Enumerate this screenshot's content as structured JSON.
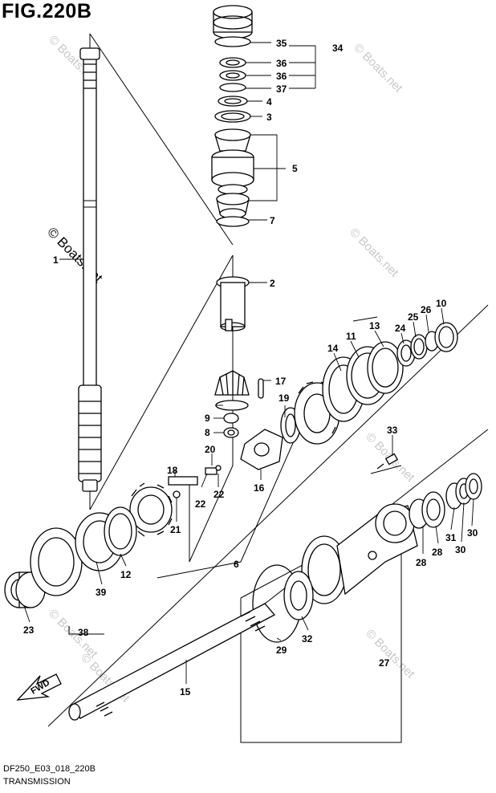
{
  "figure_title": "FIG.220B",
  "footer": {
    "code": "DF250_E03_018_220B",
    "section": "TRANSMISSION"
  },
  "watermark": {
    "main": "© Boats.net",
    "faint": "© Boats.net"
  },
  "direction_label": "FWD",
  "callouts": [
    {
      "id": "c1",
      "text": "1"
    },
    {
      "id": "c2",
      "text": "2"
    },
    {
      "id": "c3",
      "text": "3"
    },
    {
      "id": "c4",
      "text": "4"
    },
    {
      "id": "c5",
      "text": "5"
    },
    {
      "id": "c6",
      "text": "6"
    },
    {
      "id": "c7",
      "text": "7"
    },
    {
      "id": "c8",
      "text": "8"
    },
    {
      "id": "c9",
      "text": "9"
    },
    {
      "id": "c10",
      "text": "10"
    },
    {
      "id": "c11",
      "text": "11"
    },
    {
      "id": "c12",
      "text": "12"
    },
    {
      "id": "c13",
      "text": "13"
    },
    {
      "id": "c14",
      "text": "14"
    },
    {
      "id": "c15",
      "text": "15"
    },
    {
      "id": "c16",
      "text": "16"
    },
    {
      "id": "c17",
      "text": "17"
    },
    {
      "id": "c18",
      "text": "18"
    },
    {
      "id": "c19",
      "text": "19"
    },
    {
      "id": "c20",
      "text": "20"
    },
    {
      "id": "c21",
      "text": "21"
    },
    {
      "id": "c22a",
      "text": "22"
    },
    {
      "id": "c22b",
      "text": "22"
    },
    {
      "id": "c23",
      "text": "23"
    },
    {
      "id": "c24",
      "text": "24"
    },
    {
      "id": "c25",
      "text": "25"
    },
    {
      "id": "c26",
      "text": "26"
    },
    {
      "id": "c27",
      "text": "27"
    },
    {
      "id": "c28a",
      "text": "28"
    },
    {
      "id": "c28b",
      "text": "28"
    },
    {
      "id": "c29",
      "text": "29"
    },
    {
      "id": "c30a",
      "text": "30"
    },
    {
      "id": "c30b",
      "text": "30"
    },
    {
      "id": "c31",
      "text": "31"
    },
    {
      "id": "c32",
      "text": "32"
    },
    {
      "id": "c33",
      "text": "33"
    },
    {
      "id": "c34",
      "text": "34"
    },
    {
      "id": "c35",
      "text": "35"
    },
    {
      "id": "c36a",
      "text": "36"
    },
    {
      "id": "c36b",
      "text": "36"
    },
    {
      "id": "c37",
      "text": "37"
    },
    {
      "id": "c38",
      "text": "38"
    },
    {
      "id": "c39",
      "text": "39"
    }
  ]
}
